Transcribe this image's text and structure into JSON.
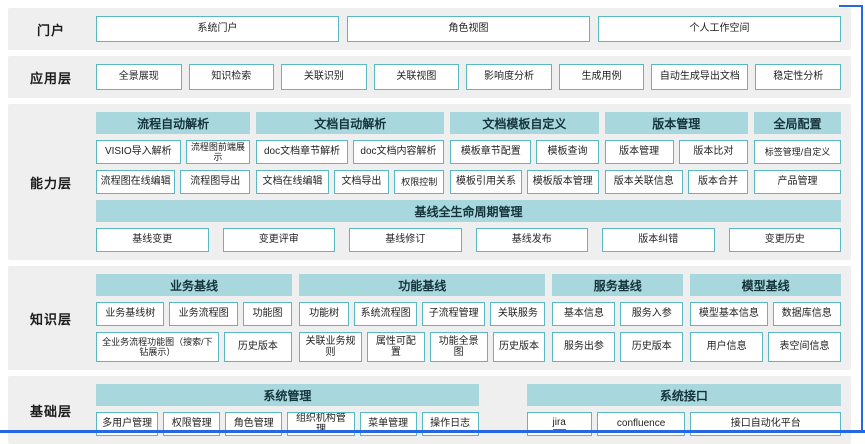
{
  "colors": {
    "header_bg": "#a8d8de",
    "box_border": "#58b9c3",
    "layer_bg": "#efefef",
    "frame_blue": "#2468e5",
    "spellcheck_red": "#e53935"
  },
  "portal": {
    "label": "门户",
    "items": [
      "系统门户",
      "角色视图",
      "个人工作空间"
    ]
  },
  "application": {
    "label": "应用层",
    "items": [
      "全景展现",
      "知识检索",
      "关联识别",
      "关联视图",
      "影响度分析",
      "生成用例",
      "自动生成导出文档",
      "稳定性分析"
    ]
  },
  "capability": {
    "label": "能力层",
    "groups": [
      {
        "header": "流程自动解析",
        "row1": [
          "VISIO导入解析",
          "流程图前端展示"
        ],
        "row2": [
          "流程图在线编辑",
          "流程图导出"
        ]
      },
      {
        "header": "文档自动解析",
        "row1": [
          "doc文档章节解析",
          "doc文档内容解析"
        ],
        "row2": [
          "文档在线编辑",
          "文档导出",
          "权限控制"
        ]
      },
      {
        "header": "文档模板自定义",
        "row1": [
          "模板章节配置",
          "模板查询"
        ],
        "row2": [
          "模板引用关系",
          "模板版本管理"
        ]
      },
      {
        "header": "版本管理",
        "row1": [
          "版本管理",
          "版本比对"
        ],
        "row2": [
          "版本关联信息",
          "版本合并"
        ]
      },
      {
        "header": "全局配置",
        "row1": [
          "标签管理/自定义"
        ],
        "row2": [
          "产品管理"
        ]
      }
    ],
    "baseline": {
      "header": "基线全生命周期管理",
      "items": [
        "基线变更",
        "变更评审",
        "基线修订",
        "基线发布",
        "版本纠错",
        "变更历史"
      ]
    }
  },
  "knowledge": {
    "label": "知识层",
    "groups": [
      {
        "header": "业务基线",
        "row1": [
          "业务基线树",
          "业务流程图",
          "功能图"
        ],
        "row2": [
          "全业务流程功能图（搜索/下钻展示）",
          "历史版本"
        ]
      },
      {
        "header": "功能基线",
        "row1": [
          "功能树",
          "系统流程图",
          "子流程管理",
          "关联服务"
        ],
        "row2": [
          "关联业务规则",
          "属性可配置",
          "功能全景图",
          "历史版本"
        ]
      },
      {
        "header": "服务基线",
        "row1": [
          "基本信息",
          "服务入参"
        ],
        "row2": [
          "服务出参",
          "历史版本"
        ]
      },
      {
        "header": "模型基线",
        "row1": [
          "模型基本信息",
          "数据库信息"
        ],
        "row2": [
          "用户信息",
          "表空间信息"
        ]
      }
    ]
  },
  "foundation": {
    "label": "基础层",
    "groups": [
      {
        "header": "系统管理",
        "items": [
          "多用户管理",
          "权限管理",
          "角色管理",
          "组织机构管理",
          "菜单管理",
          "操作日志"
        ]
      },
      {
        "header": "系统接口",
        "items": [
          "jira",
          "confluence",
          "接口自动化平台"
        ]
      }
    ]
  }
}
